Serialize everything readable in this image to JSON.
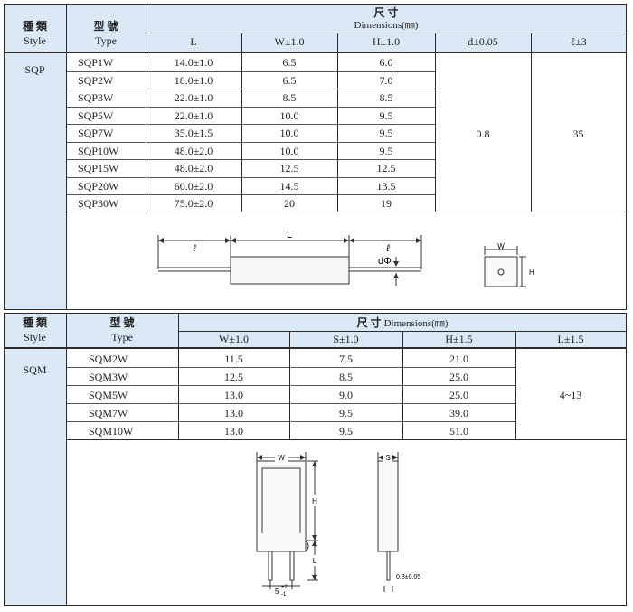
{
  "sqp": {
    "style_zh": "種 類",
    "style_en": "Style",
    "type_zh": "型 號",
    "type_en": "Type",
    "dim_zh": "尺 寸",
    "dim_en": "Dimensions(㎜)",
    "columns": [
      "L",
      "W±1.0",
      "H±1.0",
      "d±0.05",
      "ℓ±3"
    ],
    "style_value": "SQP",
    "rows": [
      {
        "type": "SQP1W",
        "L": "14.0±1.0",
        "W": "6.5",
        "H": "6.0"
      },
      {
        "type": "SQP2W",
        "L": "18.0±1.0",
        "W": "6.5",
        "H": "7.0"
      },
      {
        "type": "SQP3W",
        "L": "22.0±1.0",
        "W": "8.5",
        "H": "8.5"
      },
      {
        "type": "SQP5W",
        "L": "22.0±1.0",
        "W": "10.0",
        "H": "9.5"
      },
      {
        "type": "SQP7W",
        "L": "35.0±1.5",
        "W": "10.0",
        "H": "9.5"
      },
      {
        "type": "SQP10W",
        "L": "48.0±2.0",
        "W": "10.0",
        "H": "9.5"
      },
      {
        "type": "SQP15W",
        "L": "48.0±2.0",
        "W": "12.5",
        "H": "12.5"
      },
      {
        "type": "SQP20W",
        "L": "60.0±2.0",
        "W": "14.5",
        "H": "13.5"
      },
      {
        "type": "SQP30W",
        "L": "75.0±2.0",
        "W": "20",
        "H": "19"
      }
    ],
    "d_value": "0.8",
    "l_value": "35",
    "drawing": {
      "L": "L",
      "l_left": "ℓ",
      "l_right": "ℓ",
      "dphi": "dΦ",
      "w": "W",
      "h": "H"
    }
  },
  "sqm": {
    "style_zh": "種 類",
    "style_en": "Style",
    "type_zh": "型 號",
    "type_en": "Type",
    "dim_zh": "尺 寸",
    "dim_en": "Dimensions(㎜)",
    "columns": [
      "W±1.0",
      "S±1.0",
      "H±1.5",
      "L±1.5"
    ],
    "style_value": "SQM",
    "rows": [
      {
        "type": "SQM2W",
        "W": "11.5",
        "S": "7.5",
        "H": "21.0"
      },
      {
        "type": "SQM3W",
        "W": "12.5",
        "S": "8.5",
        "H": "25.0"
      },
      {
        "type": "SQM5W",
        "W": "13.0",
        "S": "9.0",
        "H": "25.0"
      },
      {
        "type": "SQM7W",
        "W": "13.0",
        "S": "9.5",
        "H": "39.0"
      },
      {
        "type": "SQM10W",
        "W": "13.0",
        "S": "9.5",
        "H": "51.0"
      }
    ],
    "l_value": "4~13",
    "drawing": {
      "w": "W",
      "h": "H",
      "l": "L",
      "s": "S",
      "lead": "0.8±0.05",
      "pitch": "5",
      "pitch_tol_top": "+2",
      "pitch_tol_bot": "-1"
    }
  }
}
